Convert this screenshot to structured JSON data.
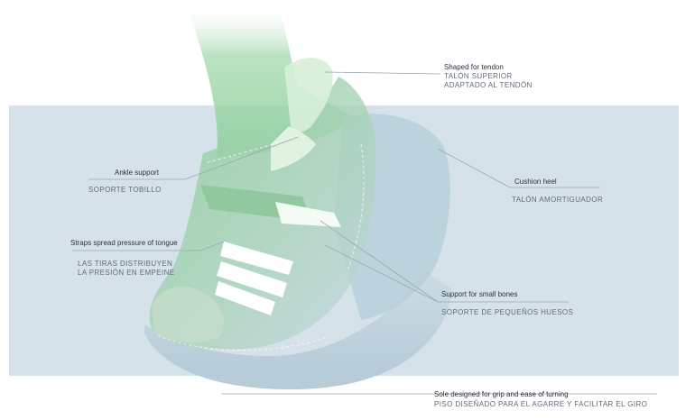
{
  "callouts": {
    "tendon": {
      "en": "Shaped for tendon",
      "es_line1": "TALÓN SUPERIOR",
      "es_line2": "ADAPTADO AL TENDÓN"
    },
    "ankle": {
      "en": "Ankle support",
      "es": "SOPORTE TOBILLO"
    },
    "cushion": {
      "en": "Cushion heel",
      "es": "TALÓN AMORTIGUADOR"
    },
    "straps": {
      "en": "Straps spread pressure of tongue",
      "es_line1": "LAS TIRAS DISTRIBUYEN",
      "es_line2": "LA PRESIÓN EN EMPEINE"
    },
    "bones": {
      "en": "Support for small bones",
      "es": "SOPORTE DE PEQUEÑOS HUESOS"
    },
    "sole": {
      "en": "Sole designed for grip and ease of turning",
      "es": "PISO DISEÑADO PARA EL AGARRE Y FACILITAR EL GIRO"
    }
  },
  "colors": {
    "panel": "#d6e2ea",
    "leg": "#8fcf9c",
    "upper": "#9ccfa9",
    "sole": "#b9cdd9",
    "strap": "#ffffff",
    "leader_line": "#9aa9b5"
  }
}
